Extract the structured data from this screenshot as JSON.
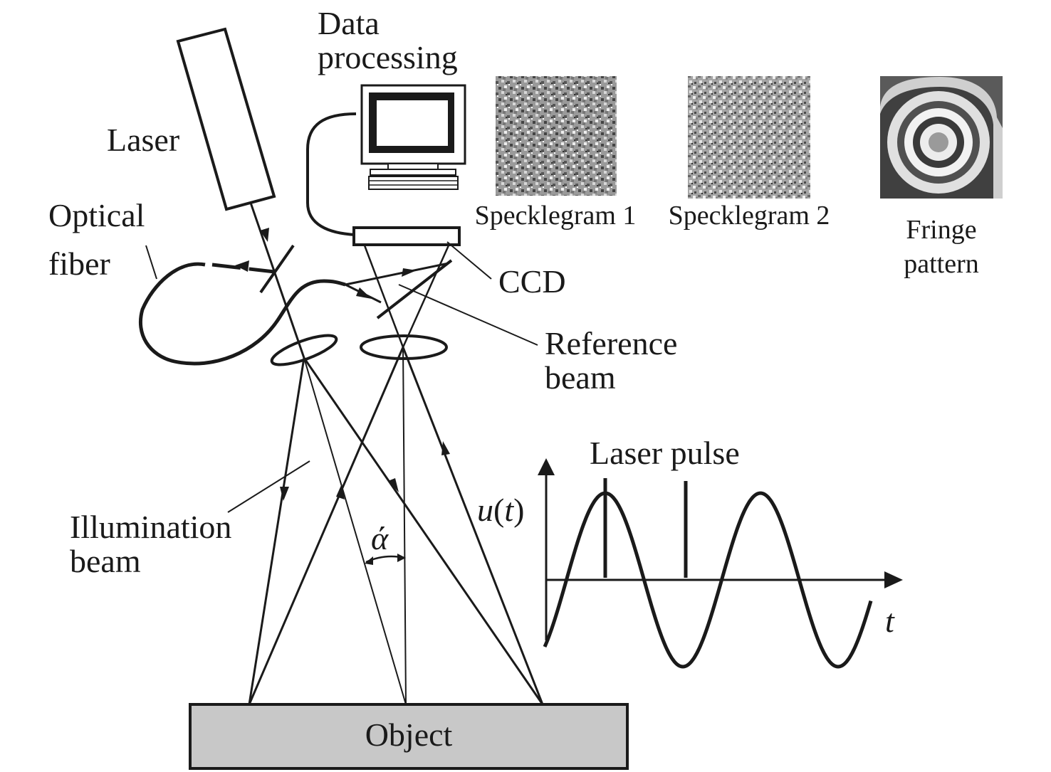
{
  "labels": {
    "data_processing_1": "Data",
    "data_processing_2": "processing",
    "laser": "Laser",
    "optical_fiber_1": "Optical",
    "optical_fiber_2": "fiber",
    "ccd": "CCD",
    "reference_beam_1": "Reference",
    "reference_beam_2": "beam",
    "illumination_beam_1": "Illumination",
    "illumination_beam_2": "beam",
    "object": "Object",
    "angle": "ά",
    "specklegram_1": "Specklegram 1",
    "specklegram_2": "Specklegram 2",
    "fringe_pattern_1": "Fringe",
    "fringe_pattern_2": "pattern",
    "laser_pulse": "Laser pulse",
    "u_axis": "u",
    "u_paren_open": "(",
    "u_t": "t",
    "u_paren_close": ")",
    "t_axis": "t"
  },
  "colors": {
    "ink": "#1a1a1a",
    "object_fill": "#c8c8c8"
  }
}
